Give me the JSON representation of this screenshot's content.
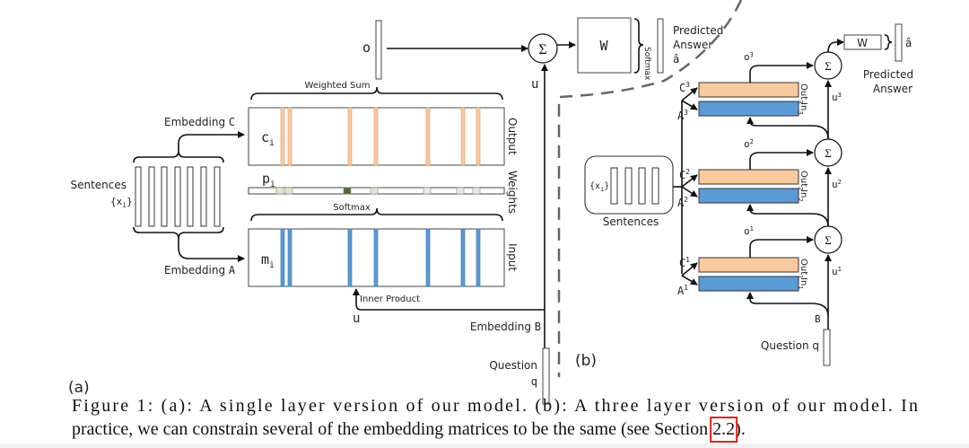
{
  "panel_a": {
    "tag": "(a)",
    "o": "o",
    "u_top": "u",
    "u_bottom": "u",
    "sigma": "Σ",
    "weighted_sum": "Weighted Sum",
    "softmax": "Softmax",
    "embedding_c_text": "Embedding ",
    "embedding_c_var": "C",
    "embedding_a_text": "Embedding ",
    "embedding_a_var": "A",
    "embedding_b_text": "Embedding ",
    "embedding_b_var": "B",
    "sentences": "Sentences",
    "x_set": "{x",
    "x_sub": "i",
    "x_close": "}",
    "c_i": "c",
    "c_sub": "i",
    "p_i": "p",
    "p_sub": "i",
    "m_i": "m",
    "m_sub": "i",
    "output": "Output",
    "weights": "Weights",
    "input": "Input",
    "inner_product": "Inner Product",
    "question": "Question",
    "q": "q",
    "W": "W",
    "softmax_side": "Softmax",
    "predicted": "Predicted",
    "answer": "Answer",
    "a_hat": "â"
  },
  "panel_b": {
    "tag": "(b)",
    "sentences": "Sentences",
    "x_set": "{x",
    "x_sub": "i",
    "x_close": "}",
    "layers": [
      {
        "c": "C",
        "a": "A",
        "k": "1",
        "o": "o",
        "u": "u",
        "out": "Out",
        "in": "In"
      },
      {
        "c": "C",
        "a": "A",
        "k": "2",
        "o": "o",
        "u": "u",
        "out": "Out",
        "in": "In"
      },
      {
        "c": "C",
        "a": "A",
        "k": "3",
        "o": "o",
        "u": "u",
        "out": "Out",
        "in": "In"
      }
    ],
    "sigma": "Σ",
    "B": "B",
    "question": "Question q",
    "W": "W",
    "a_hat": "â",
    "predicted": "Predicted",
    "answer": "Answer"
  },
  "caption": {
    "line1": "Figure 1: (a): A single layer version of our model. (b): A three layer version of our model. In",
    "line2": "practice, we can constrain several of the embedding matrices to be the same (see Section ",
    "link": "2.2",
    "line2_end": ")."
  },
  "colors": {
    "output_stripe": "#f9c9a0",
    "input_stripe": "#5b9bd5",
    "weight_dark": "#4e6b2d",
    "weight_light": "#dfe8cc",
    "link_box": "#e0201a"
  }
}
